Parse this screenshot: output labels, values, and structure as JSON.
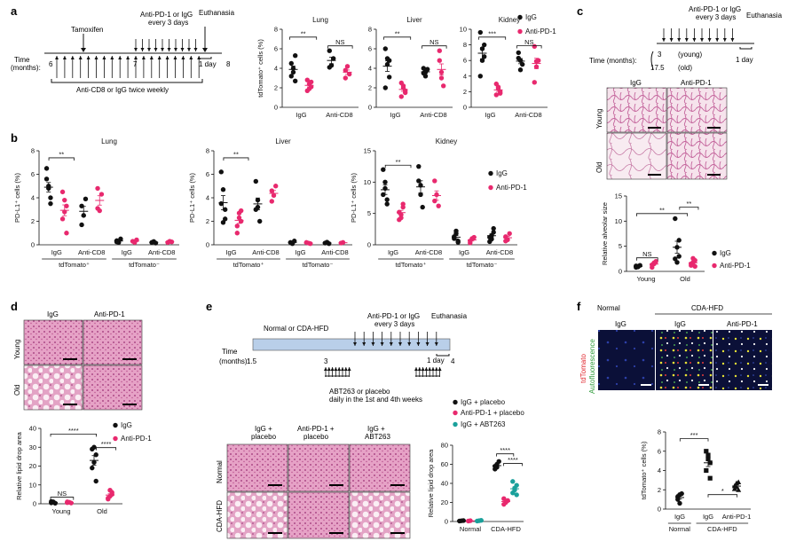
{
  "colors": {
    "igg": "#111111",
    "pd1": "#e8296e",
    "teal": "#1aa09b",
    "tissue_bg": "#f3d7e3",
    "tissue_fg": "#c45393",
    "timeline_bar": "#b9cfe9"
  },
  "panel_labels": [
    "a",
    "b",
    "c",
    "d",
    "e",
    "f"
  ],
  "a": {
    "tamoxifen": "Tamoxifen",
    "treat_line1": "Anti-PD-1 or IgG",
    "treat_line2": "every 3 days",
    "euthanasia": "Euthanasia",
    "time_label_1": "Time",
    "time_label_2": "(months):",
    "t6": "6",
    "t7": "7",
    "t8": "8",
    "one_day": "1 day",
    "cd8": "Anti-CD8 or IgG twice weekly"
  },
  "chart_data": [
    {
      "id": "a-lung",
      "type": "scatter",
      "title": "Lung",
      "ylabel": "tdTomato⁺ cells (%)",
      "ylim": [
        0,
        8
      ],
      "yticks": [
        0,
        2,
        4,
        6,
        8
      ],
      "categories": [
        "IgG",
        "Anti-CD8"
      ],
      "sig": [
        "**",
        "NS"
      ],
      "series": [
        {
          "name": "IgG",
          "values": [
            [
              3.2,
              4.0,
              5.3,
              4.5,
              3.6,
              2.7
            ],
            [
              5.8,
              4.3,
              5.0,
              4.1
            ]
          ]
        },
        {
          "name": "Anti-PD-1",
          "values": [
            [
              1.7,
              2.4,
              2.1,
              2.8,
              1.9,
              2.6
            ],
            [
              3.0,
              4.2,
              3.4,
              3.8
            ]
          ]
        }
      ]
    },
    {
      "id": "a-liver",
      "type": "scatter",
      "title": "Liver",
      "ylim": [
        0,
        8
      ],
      "yticks": [
        0,
        2,
        4,
        6,
        8
      ],
      "categories": [
        "IgG",
        "Anti-CD8"
      ],
      "sig": [
        "**",
        "NS"
      ],
      "series": [
        {
          "name": "IgG",
          "values": [
            [
              6.0,
              4.4,
              3.1,
              2.0,
              5.0,
              4.8
            ],
            [
              3.5,
              3.2,
              3.9,
              4.0,
              3.6
            ]
          ]
        },
        {
          "name": "Anti-PD-1",
          "values": [
            [
              1.1,
              2.2,
              1.5,
              2.5,
              2.0,
              1.7
            ],
            [
              4.8,
              3.6,
              2.2,
              5.8,
              3.0
            ]
          ]
        }
      ]
    },
    {
      "id": "a-kidney",
      "type": "scatter",
      "title": "Kidney",
      "ylim": [
        0,
        10
      ],
      "yticks": [
        0,
        2,
        4,
        6,
        8,
        10
      ],
      "categories": [
        "IgG",
        "Anti-CD8"
      ],
      "sig": [
        "***",
        "NS"
      ],
      "series": [
        {
          "name": "IgG",
          "values": [
            [
              9.6,
              6.0,
              6.5,
              4.0,
              7.5,
              8.0
            ],
            [
              6.3,
              6.0,
              5.5,
              7.0,
              4.8
            ]
          ]
        },
        {
          "name": "Anti-PD-1",
          "values": [
            [
              1.6,
              2.4,
              2.0,
              3.0,
              2.6,
              1.8
            ],
            [
              7.8,
              5.2,
              6.0,
              3.2,
              5.9
            ]
          ]
        }
      ]
    },
    {
      "id": "b-lung",
      "type": "scatter",
      "title": "Lung",
      "ylabel": "PD-L1⁺ cells (%)",
      "ylim": [
        0,
        8
      ],
      "yticks": [
        0,
        2,
        4,
        6,
        8
      ],
      "categories": [
        "IgG",
        "Anti-CD8",
        "IgG",
        "Anti-CD8"
      ],
      "groups": [
        "tdTomato⁺",
        "tdTomato⁻"
      ],
      "sig": [
        "**"
      ],
      "series": [
        {
          "name": "IgG",
          "values": [
            [
              6.5,
              4.8,
              4.0,
              5.6,
              5.0,
              3.5
            ],
            [
              3.3,
              2.5,
              3.9,
              1.7
            ],
            [
              0.35,
              0.2,
              0.5,
              0.25
            ],
            [
              0.2,
              0.28,
              0.15
            ]
          ]
        },
        {
          "name": "Anti-PD-1",
          "values": [
            [
              4.5,
              3.8,
              1.0,
              2.2,
              2.8,
              3.3
            ],
            [
              4.8,
              2.9,
              4.3,
              3.1
            ],
            [
              0.3,
              0.2,
              0.42
            ],
            [
              0.2,
              0.3,
              0.25
            ]
          ]
        }
      ]
    },
    {
      "id": "b-liver",
      "type": "scatter",
      "title": "Liver",
      "ylabel": "PD-L1⁺ cells (%)",
      "ylim": [
        0,
        8
      ],
      "yticks": [
        0,
        2,
        4,
        6,
        8
      ],
      "categories": [
        "IgG",
        "Anti-CD8",
        "IgG",
        "Anti-CD8"
      ],
      "groups": [
        "tdTomato⁺",
        "tdTomato⁻"
      ],
      "sig": [
        "**"
      ],
      "series": [
        {
          "name": "IgG",
          "values": [
            [
              6.2,
              4.7,
              2.2,
              3.5,
              1.9,
              3.0
            ],
            [
              5.4,
              3.8,
              2.0,
              3.0,
              3.2
            ],
            [
              0.2,
              0.1,
              0.32
            ],
            [
              0.15,
              0.22,
              0.1
            ]
          ]
        },
        {
          "name": "Anti-PD-1",
          "values": [
            [
              1.0,
              2.3,
              2.9,
              1.6,
              2.7,
              2.0
            ],
            [
              4.6,
              4.2,
              5.0,
              3.7
            ],
            [
              0.2,
              0.15,
              0.1
            ],
            [
              0.15,
              0.2
            ]
          ]
        }
      ]
    },
    {
      "id": "b-kidney",
      "type": "scatter",
      "title": "Kidney",
      "ylabel": "PD-L1⁺ cells (%)",
      "ylim": [
        0,
        15
      ],
      "yticks": [
        0,
        5,
        10,
        15
      ],
      "categories": [
        "IgG",
        "Anti-CD8",
        "IgG",
        "Anti-CD8"
      ],
      "groups": [
        "tdTomato⁺",
        "tdTomato⁻"
      ],
      "sig": [
        "**"
      ],
      "series": [
        {
          "name": "IgG",
          "values": [
            [
              12.0,
              9.0,
              6.5,
              8.0,
              10.0,
              7.2
            ],
            [
              12.5,
              8.0,
              6.0,
              10.2,
              9.5
            ],
            [
              1.0,
              1.8,
              0.6,
              1.3,
              2.2,
              0.4
            ],
            [
              0.5,
              1.5,
              2.6,
              1.2,
              0.9,
              2.0
            ]
          ]
        },
        {
          "name": "Anti-PD-1",
          "values": [
            [
              4.0,
              4.8,
              6.0,
              5.2,
              4.3,
              6.5
            ],
            [
              10.2,
              8.0,
              6.2,
              7.0
            ],
            [
              0.6,
              1.0,
              1.2,
              0.3
            ],
            [
              1.3,
              0.8,
              1.8,
              0.6
            ]
          ]
        }
      ]
    },
    {
      "id": "c-alveolar",
      "type": "scatter",
      "ylabel": "Relative alveolar size",
      "ylim": [
        0,
        15
      ],
      "yticks": [
        0,
        5,
        10,
        15
      ],
      "categories": [
        "Young",
        "Old"
      ],
      "sig": [
        "NS",
        "**",
        "**"
      ],
      "series": [
        {
          "name": "IgG",
          "values": [
            [
              0.8,
              1.0,
              1.2,
              1.1,
              0.9
            ],
            [
              10.5,
              4.8,
              6.2,
              2.5,
              1.8,
              3.0
            ]
          ]
        },
        {
          "name": "Anti-PD-1",
          "values": [
            [
              0.8,
              1.5,
              2.0,
              1.3,
              1.7
            ],
            [
              1.2,
              1.8,
              2.2,
              1.5,
              2.6,
              1.0
            ]
          ]
        }
      ]
    },
    {
      "id": "d-lipid",
      "type": "scatter",
      "ylabel": "Relative lipid drop area",
      "ylim": [
        0,
        40
      ],
      "yticks": [
        0,
        10,
        20,
        30,
        40
      ],
      "categories": [
        "Young",
        "Old"
      ],
      "sig": [
        "NS",
        "****",
        "****"
      ],
      "series": [
        {
          "name": "IgG",
          "values": [
            [
              0.5,
              1.0,
              0.3,
              1.2
            ],
            [
              29,
              30,
              26,
              19,
              22,
              12
            ]
          ]
        },
        {
          "name": "Anti-PD-1",
          "values": [
            [
              0.6,
              0.8,
              0.4,
              1.0
            ],
            [
              3.0,
              7.2,
              5.0,
              2.5,
              4.0,
              6.0
            ]
          ]
        }
      ]
    },
    {
      "id": "e-lipid",
      "type": "scatter",
      "ylabel": "Relative lipid drop area",
      "ylim": [
        0,
        80
      ],
      "yticks": [
        0,
        20,
        40,
        60,
        80
      ],
      "categories": [
        "Normal",
        "CDA-HFD"
      ],
      "sig": [
        "****",
        "****"
      ],
      "series": [
        {
          "name": "IgG + placebo",
          "values": [
            [
              0.5,
              0.8,
              1.0
            ],
            [
              55,
              60,
              63,
              58,
              57
            ]
          ]
        },
        {
          "name": "Anti-PD-1 + placebo",
          "values": [
            [
              0.5,
              0.9
            ],
            [
              18,
              20,
              22,
              24
            ]
          ]
        },
        {
          "name": "IgG + ABT263",
          "values": [
            [
              0.5,
              0.9,
              1.2
            ],
            [
              30,
              33,
              38,
              42,
              35,
              28
            ]
          ]
        }
      ]
    },
    {
      "id": "f-tdtomato",
      "type": "scatter",
      "ylabel": "tdTomato⁺ cells (%)",
      "ylim": [
        0,
        8
      ],
      "yticks": [
        0,
        2,
        4,
        6,
        8
      ],
      "categories": [
        "IgG",
        "IgG",
        "Anti-PD-1"
      ],
      "groups": [
        "Normal",
        "CDA-HFD"
      ],
      "sig": [
        "***",
        "*"
      ],
      "series": [
        {
          "name": "",
          "values": [
            [
              1.0,
              1.5,
              1.6,
              1.3,
              0.6
            ],
            [
              6.0,
              5.2,
              4.8,
              4.0,
              5.6,
              3.2
            ],
            [
              2.1,
              2.3,
              2.8,
              2.4,
              2.7,
              2.0
            ]
          ]
        }
      ]
    }
  ],
  "legend": {
    "igg": "IgG",
    "pd1": "Anti-PD-1",
    "tdtp": "tdTomato⁺",
    "tdtm": "tdTomato⁻"
  },
  "c": {
    "treat_line1": "Anti-PD-1 or IgG",
    "treat_line2": "every 3 days",
    "euthanasia": "Euthanasia",
    "time_label": "Time (months):",
    "t_young": "3",
    "young": "(young)",
    "t_old": "17.5",
    "old": "(old)",
    "one_day": "1 day",
    "col1": "IgG",
    "col2": "Anti-PD-1",
    "row1": "Young",
    "row2": "Old"
  },
  "d": {
    "col1": "IgG",
    "col2": "Anti-PD-1",
    "row1": "Young",
    "row2": "Old"
  },
  "e": {
    "normal_or": "Normal or CDA-HFD",
    "treat_line1": "Anti-PD-1 or IgG",
    "treat_line2": "every 3 days",
    "euthanasia": "Euthanasia",
    "time_label_1": "Time",
    "time_label_2": "(months):",
    "t1": "1.5",
    "t3": "3",
    "t4": "4",
    "one_day": "1 day",
    "abt_line1": "ABT263 or placebo",
    "abt_line2": "daily in the 1st and 4th weeks",
    "col1a": "IgG +",
    "col1b": "placebo",
    "col2a": "Anti-PD-1 +",
    "col2b": "placebo",
    "col3a": "IgG +",
    "col3b": "ABT263",
    "row1": "Normal",
    "row2": "CDA-HFD",
    "leg1": "IgG + placebo",
    "leg2": "Anti-PD-1 + placebo",
    "leg3": "IgG + ABT263"
  },
  "f": {
    "normal": "Normal",
    "cda": "CDA-HFD",
    "img1": "IgG",
    "img2": "IgG",
    "img3": "Anti-PD-1",
    "side1": "tdTomato",
    "side2": "Autofluorescence"
  }
}
